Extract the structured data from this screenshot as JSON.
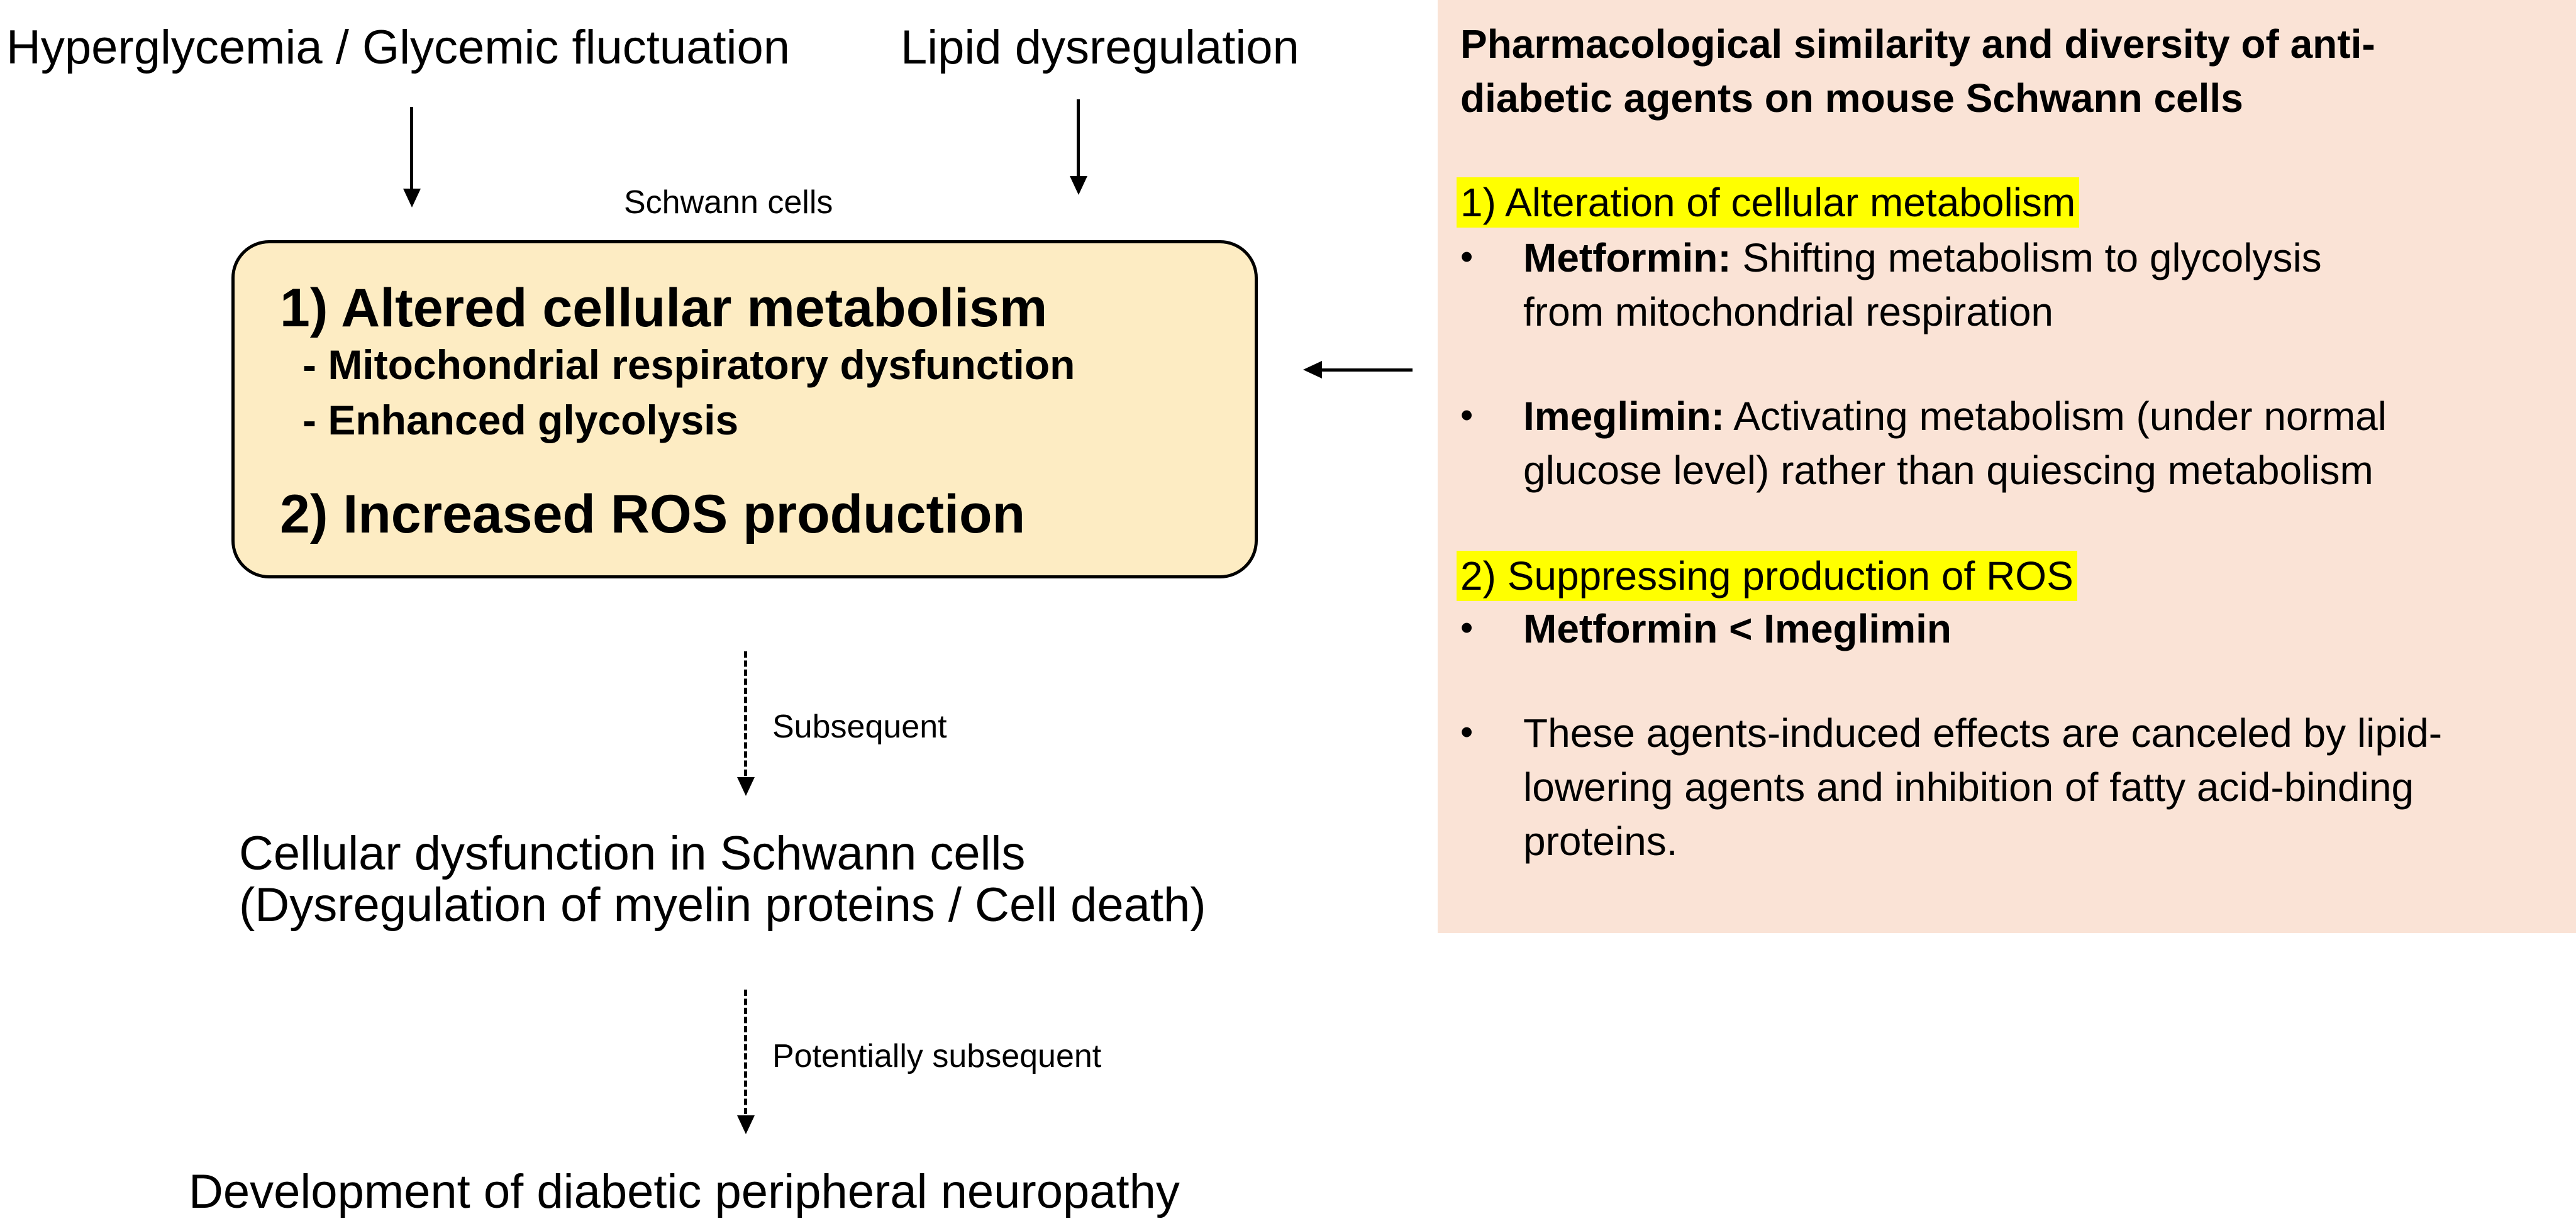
{
  "inputs": {
    "left": "Hyperglycemia / Glycemic fluctuation",
    "right": "Lipid dysregulation"
  },
  "box_caption": "Schwann cells",
  "box": {
    "item1_title": "1) Altered cellular metabolism",
    "item1_sub1": "- Mitochondrial respiratory dysfunction",
    "item1_sub2": "- Enhanced glycolysis",
    "item2_title": "2) Increased ROS production"
  },
  "flow": {
    "arrow1_label": "Subsequent",
    "outcome1_line1": "Cellular dysfunction in Schwann cells",
    "outcome1_line2": "(Dysregulation of myelin proteins / Cell death)",
    "arrow2_label": "Potentially subsequent",
    "outcome2": "Development of diabetic peripheral neuropathy"
  },
  "panel": {
    "title_line1": "Pharmacological similarity and diversity of anti-",
    "title_line2": "diabetic agents on mouse Schwann cells",
    "section1": "1) Alteration of cellular metabolism",
    "bullet_char": "•",
    "metformin_label": "Metformin:",
    "metformin_line1": " Shifting metabolism to glycolysis",
    "metformin_line2": "from mitochondrial respiration",
    "imeglimin_label": "Imeglimin:",
    "imeglimin_line1": " Activating metabolism (under normal",
    "imeglimin_line2": "glucose level) rather than quiescing metabolism",
    "section2": "2) Suppressing production of ROS",
    "comparison": "Metformin < Imeglimin",
    "note_line1": "These agents-induced effects are canceled by lipid-",
    "note_line2": "lowering agents and inhibition of fatty acid-binding",
    "note_line3": "proteins."
  },
  "colors": {
    "box_fill": "#fdecc3",
    "panel_fill": "#fae3d6",
    "highlight": "#ffff00"
  }
}
